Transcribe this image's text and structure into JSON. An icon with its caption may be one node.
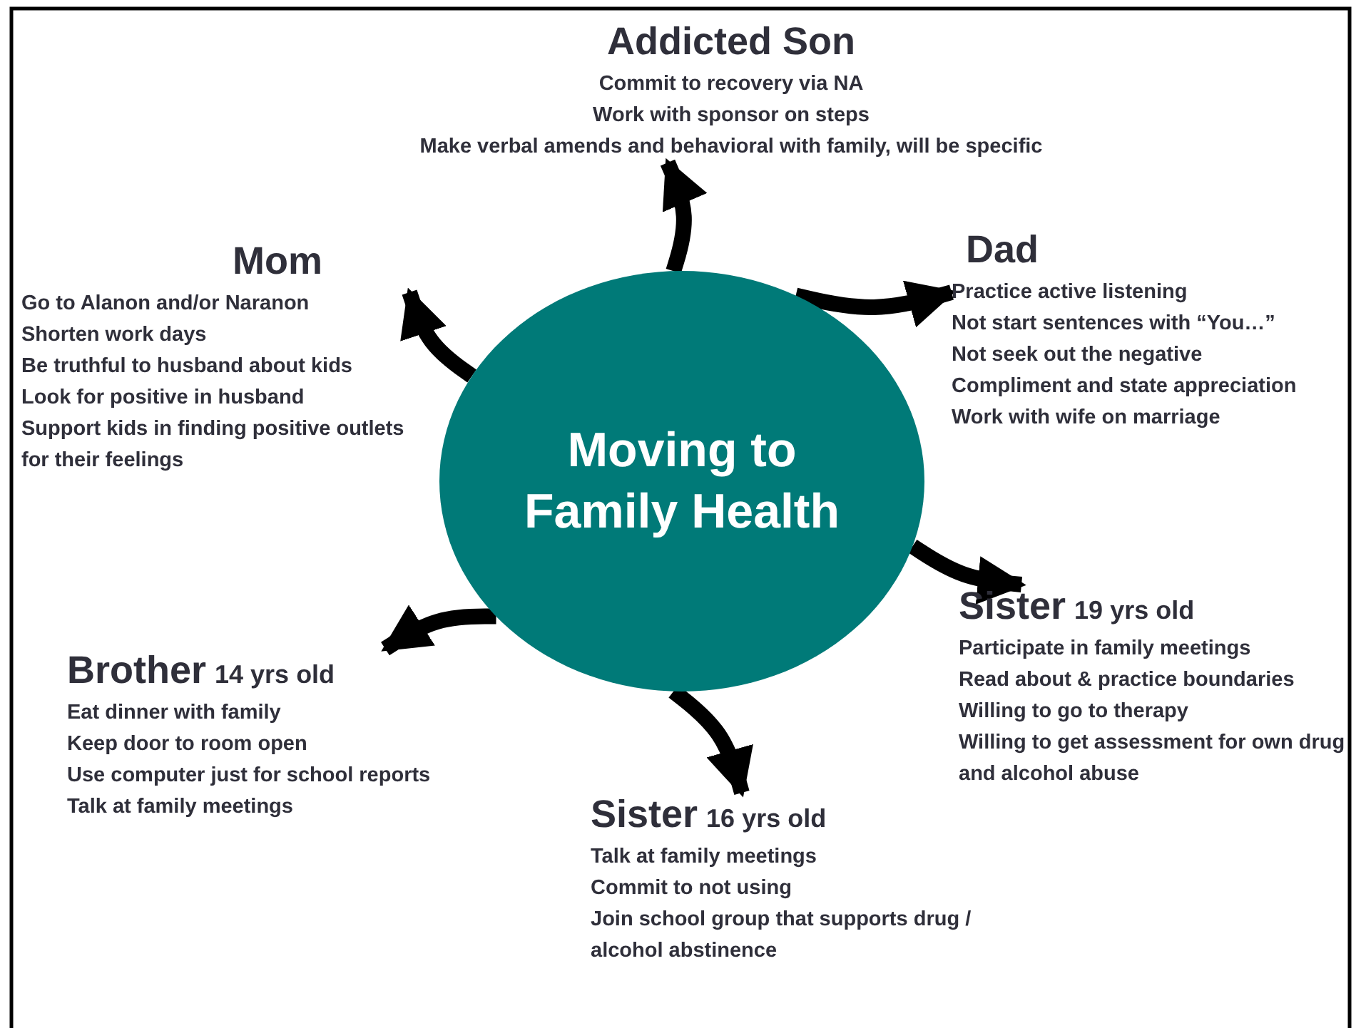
{
  "diagram": {
    "nodes": [
      {
        "text": [
          "Moving to Family Health"
        ]
      },
      {
        "text": [
          "Addicted Son",
          "Commit to recovery via NA",
          "Work with sponsor on steps",
          "Make verbal amends and behavioral with family, will be specific"
        ]
      },
      {
        "text": [
          "Mom",
          "Go to Alanon and/or Naranon",
          "Shorten work days",
          "Be truthful to husband about kids",
          "Look for positive in husband",
          "Support kids in finding positive outlets for their feelings"
        ]
      },
      {
        "text": [
          "Dad",
          "Practice active listening",
          "Not start sentences with “You…”",
          "Not seek out the negative",
          "Compliment and state appreciation",
          "Work with wife on marriage"
        ]
      },
      {
        "text": [
          "Sister",
          "Participate in family meetings",
          "Read about  & practice boundaries",
          "Willing to go to therapy",
          "Willing to get assessment for own drug and alcohol abuse"
        ],
        "beside": [
          "19 yrs old"
        ]
      },
      {
        "text": [
          "Brother",
          "Eat dinner with family",
          "Keep door to room open",
          "Use computer just for school reports",
          "Talk at family meetings"
        ],
        "beside": [
          "14 yrs old"
        ]
      },
      {
        "text": [
          "Sister",
          "Talk at family meetings",
          "Commit to not using",
          "Join school group that supports drug / alcohol abstinence"
        ],
        "beside": [
          "16 yrs old"
        ]
      }
    ],
    "edges": [
      {
        "from": 0,
        "to": 1,
        "arrow": "to"
      },
      {
        "from": 0,
        "to": 2,
        "arrow": "to"
      },
      {
        "from": 0,
        "to": 3,
        "arrow": "to"
      },
      {
        "from": 0,
        "to": 4,
        "arrow": "to"
      },
      {
        "from": 0,
        "to": 5,
        "arrow": "to"
      },
      {
        "from": 0,
        "to": 6,
        "arrow": "to"
      }
    ]
  }
}
